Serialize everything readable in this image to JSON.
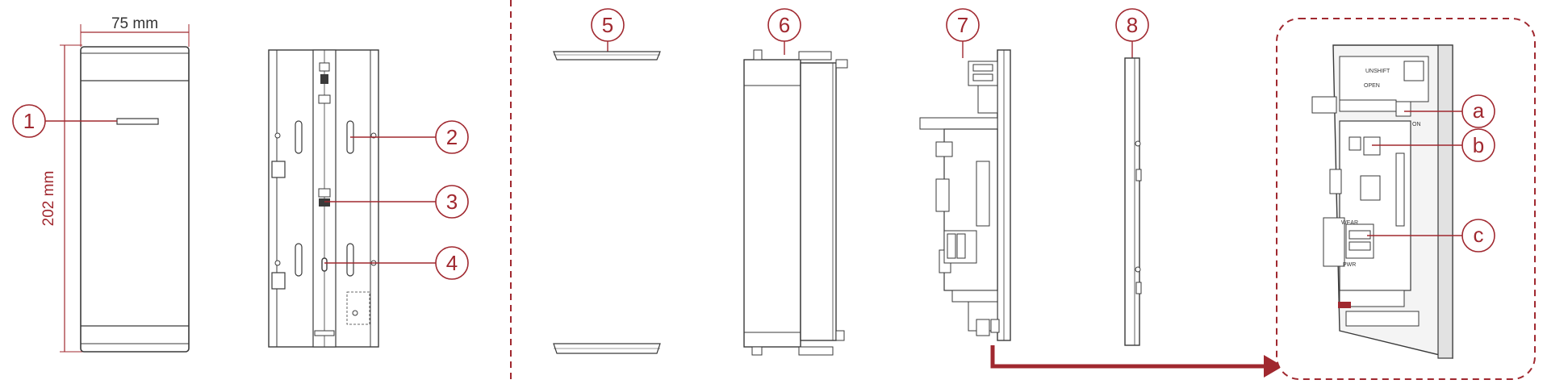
{
  "colors": {
    "accent": "#a0282f",
    "line": "#3a3a3a",
    "fill_light": "#f4f4f4",
    "fill_mid": "#e2e2e2"
  },
  "dimensions": {
    "width_label": "75 mm",
    "height_label": "202 mm"
  },
  "callouts": {
    "c1": "1",
    "c2": "2",
    "c3": "3",
    "c4": "4",
    "c5": "5",
    "c6": "6",
    "c7": "7",
    "c8": "8",
    "ca": "a",
    "cb": "b",
    "cc": "c"
  },
  "detail_text": {
    "open": "OPEN",
    "on": "ON",
    "unshift": "UNSHIFT",
    "wear": "WEAR",
    "pwr": "PWR"
  },
  "divider_style": "dashed",
  "arrow_direction": "right"
}
